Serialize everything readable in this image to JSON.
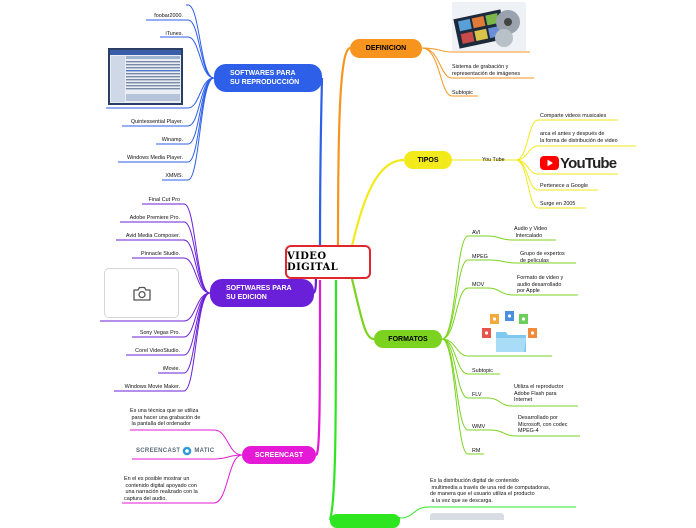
{
  "central": {
    "label": "VIDEO DIGITAL"
  },
  "colors": {
    "central_border": "#e0262f",
    "definicion": "#f7941d",
    "tipos": "#f2ea1b",
    "formatos": "#7bd320",
    "video": "#2e5fe8",
    "edicion": "#6a1fd8",
    "screencast": "#e51ad6",
    "bottom": "#2ee620"
  },
  "definicion": {
    "label": "DEFINICION",
    "items": [
      "Sistema de grabación y\nrepresentación de imágenes",
      "Subtopic"
    ],
    "image_icon": "film-strip-image"
  },
  "tipos": {
    "label": "TIPOS",
    "branch": "You Tube",
    "items": [
      "Comparte videos musicales",
      "arca el antes y después de\nla forma de distribución de video",
      "Pertenece a Google",
      "Surge en 2005"
    ],
    "logo_text": "YouTube"
  },
  "formatos": {
    "label": "FORMATOS",
    "groups": [
      {
        "name": "AVI",
        "detail": "Audio y Video\n Intercalado"
      },
      {
        "name": "MPEG",
        "detail": "Grupo de expertos\nde películas"
      },
      {
        "name": "MOV",
        "detail": "Formato de video y\naudio desarrollado\npor Apple"
      },
      {
        "name": "Subtopic",
        "detail": ""
      },
      {
        "name": "FLV",
        "detail": "Utiliza el reproductor\nAdobe Flash para\nInternet"
      },
      {
        "name": "WMV",
        "detail": "Desarrollado por\nMicrosoft, con codec\nMPEG-4"
      },
      {
        "name": "RM",
        "detail": ""
      }
    ],
    "image_icon": "folder-files-image"
  },
  "reproduccion": {
    "label": "SOFTWARES PARA\nSU REPRODUCCIÓN",
    "items": [
      "foobar2000.",
      "iTunes.",
      "Quintessential Player.",
      "Winamp.",
      "Windows Media Player.",
      "XMMS."
    ],
    "image_icon": "media-player-screenshot"
  },
  "edicion": {
    "label": "SOFTWARES PARA\nSU EDICION",
    "items_top": [
      "Final Cut Pro",
      "Adobe Premiere Pro.",
      "Avid Media Composer.",
      "Pinnacle Studio."
    ],
    "items_bottom": [
      "Sony Vegas Pro.",
      "Corel VideoStudio.",
      "iMovie.",
      "Windows Movie Maker."
    ],
    "image_icon": "camera-icon"
  },
  "screencast": {
    "label": "SCREENCAST",
    "items": [
      "Es una técnica que se utiliza\n para hacer una grabación de\n la pantalla del ordenador",
      "En el es posible mostrar un\n contenido digital apoyado con\n una narración realizado con la\ncaptura del audio."
    ],
    "logo_left": "SCREENCAST",
    "logo_right": "MATIC"
  },
  "bottom": {
    "text": "Es la distribución digital de contenido\n multimedia a través de una red de computadoras,\nde manera que el usuario utiliza el producto\n a la vez que se descarga."
  }
}
